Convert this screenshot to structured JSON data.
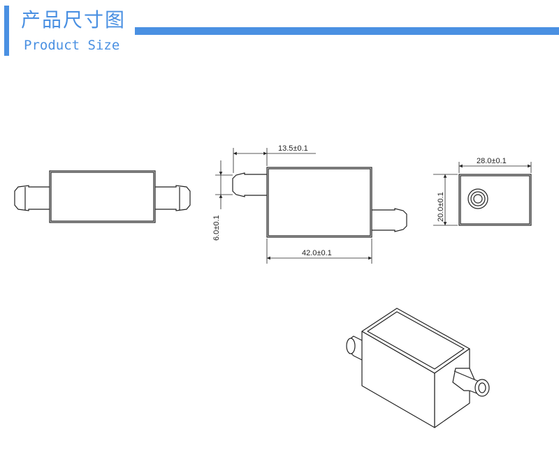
{
  "header": {
    "title_cn": "产品尺寸图",
    "title_en": "Product Size",
    "accent_color": "#4a90e2"
  },
  "dimensions": {
    "inlet_offset": "13.5±0.1",
    "nozzle_diameter": "6.0±0.1",
    "body_length": "42.0±0.1",
    "body_width": "28.0±0.1",
    "body_height": "20.0±0.1"
  }
}
